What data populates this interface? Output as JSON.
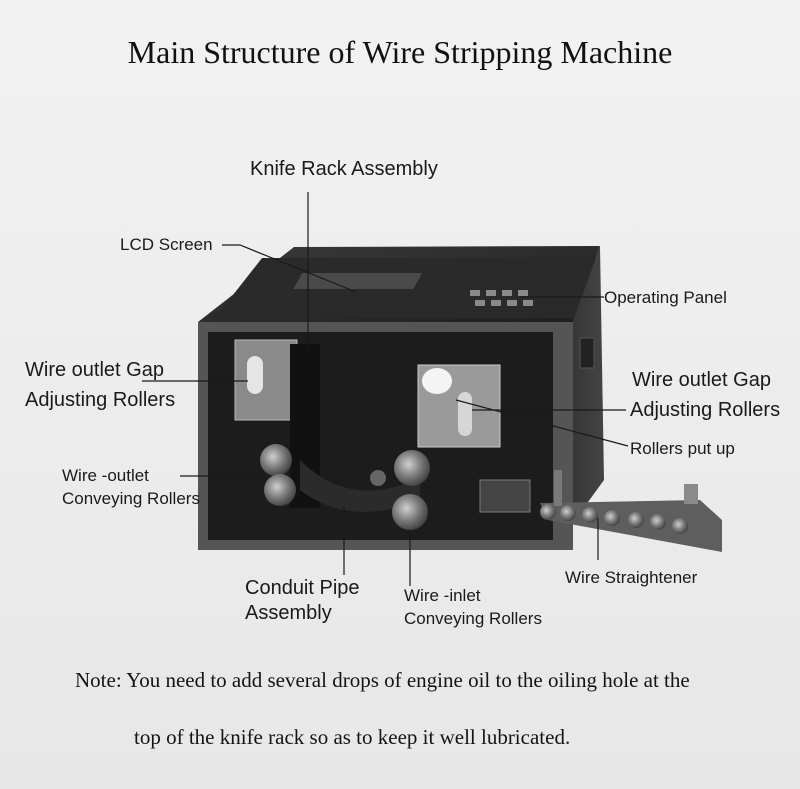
{
  "title": "Main Structure of Wire Stripping Machine",
  "labels": {
    "knife_rack": "Knife Rack Assembly",
    "lcd_screen": "LCD Screen",
    "operating_panel": "Operating Panel",
    "outlet_gap_left_1": "Wire outlet Gap",
    "outlet_gap_left_2": "Adjusting Rollers",
    "outlet_gap_right_1": "Wire outlet Gap",
    "outlet_gap_right_2": "Adjusting Rollers",
    "rollers_put_up": "Rollers put up",
    "outlet_conveying_1": "Wire -outlet",
    "outlet_conveying_2": "Conveying Rollers",
    "conduit_1": "Conduit Pipe",
    "conduit_2": "Assembly",
    "inlet_conveying_1": "Wire -inlet",
    "inlet_conveying_2": "Conveying Rollers",
    "straightener": "Wire Straightener"
  },
  "note": {
    "line1": "Note: You need to add several drops of engine oil to the oiling hole at the",
    "line2": "top of the knife rack so as to keep it well lubricated."
  }
}
